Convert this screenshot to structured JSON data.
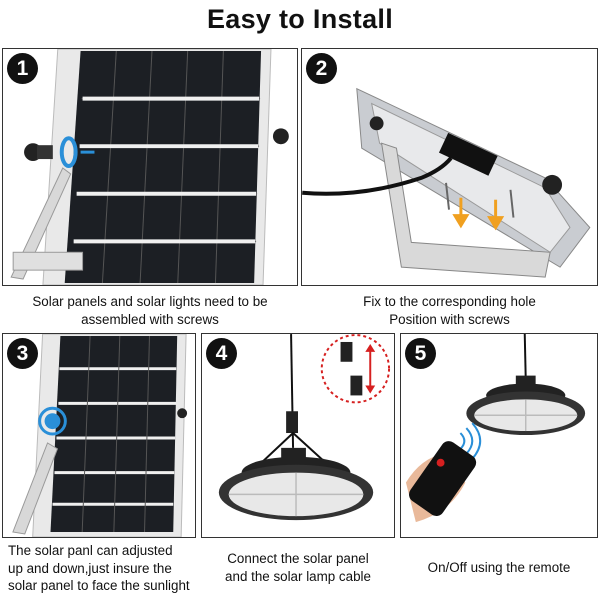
{
  "title": "Easy to Install",
  "steps": [
    {
      "number": "1",
      "caption": [
        "Solar panels and solar lights need to be",
        "assembled with screws"
      ]
    },
    {
      "number": "2",
      "caption": [
        "Fix to the corresponding hole",
        "Position with screws"
      ]
    },
    {
      "number": "3",
      "caption": [
        "The solar panl can adjusted",
        "up and down,just insure the",
        "solar panel to face the sunlight"
      ]
    },
    {
      "number": "4",
      "caption": [
        "Connect the solar panel",
        "and the solar lamp cable"
      ]
    },
    {
      "number": "5",
      "caption": [
        "On/Off using the remote"
      ]
    }
  ],
  "colors": {
    "badge": "#111111",
    "border": "#333333",
    "arrow_blue": "#2a8fd8",
    "arrow_orange": "#f0a020",
    "arrow_red": "#d62020"
  }
}
